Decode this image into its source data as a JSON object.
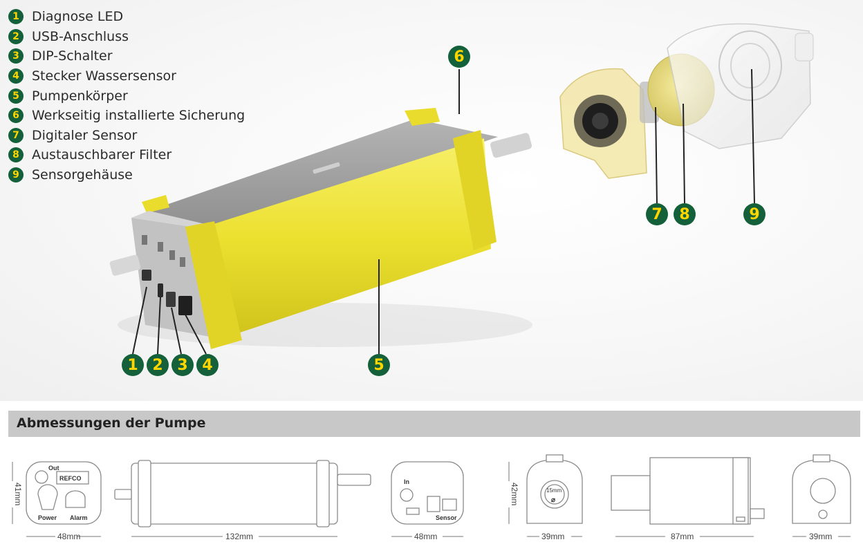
{
  "legend": [
    {
      "num": "1",
      "label": "Diagnose LED"
    },
    {
      "num": "2",
      "label": "USB-Anschluss"
    },
    {
      "num": "3",
      "label": "DIP-Schalter"
    },
    {
      "num": "4",
      "label": "Stecker Wassersensor"
    },
    {
      "num": "5",
      "label": "Pumpenkörper"
    },
    {
      "num": "6",
      "label": "Werkseitig installierte Sicherung"
    },
    {
      "num": "7",
      "label": "Digitaler Sensor"
    },
    {
      "num": "8",
      "label": "Austauschbarer Filter"
    },
    {
      "num": "9",
      "label": "Sensorgehäuse"
    }
  ],
  "callouts": {
    "c1": "1",
    "c2": "2",
    "c3": "3",
    "c4": "4",
    "c5": "5",
    "c6": "6",
    "c7": "7",
    "c8": "8",
    "c9": "9"
  },
  "section_title": "Abmessungen der Pumpe",
  "dimensions": {
    "d1": "48mm",
    "d2": "132mm",
    "d3": "48mm",
    "d4": "39mm",
    "d5": "87mm",
    "d6": "39mm",
    "h1": "41mm",
    "h2": "42mm",
    "face1_out": "Out",
    "face1_power": "Power",
    "face1_alarm": "Alarm",
    "face1_logo": "REFCO",
    "face3_in": "In",
    "face3_sensor": "Sensor",
    "face4_diameter": "15mm"
  },
  "colors": {
    "accent_green": "#13603a",
    "number_yellow": "#ffd500",
    "pump_yellow": "#f0e63a",
    "section_bar": "#c8c8c8"
  }
}
